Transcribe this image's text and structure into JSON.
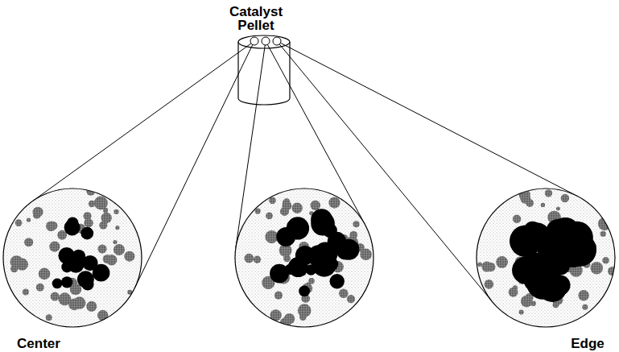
{
  "diagram": {
    "labels": [
      "Catalyst Pellet",
      "Center",
      "Edge"
    ]
  }
}
